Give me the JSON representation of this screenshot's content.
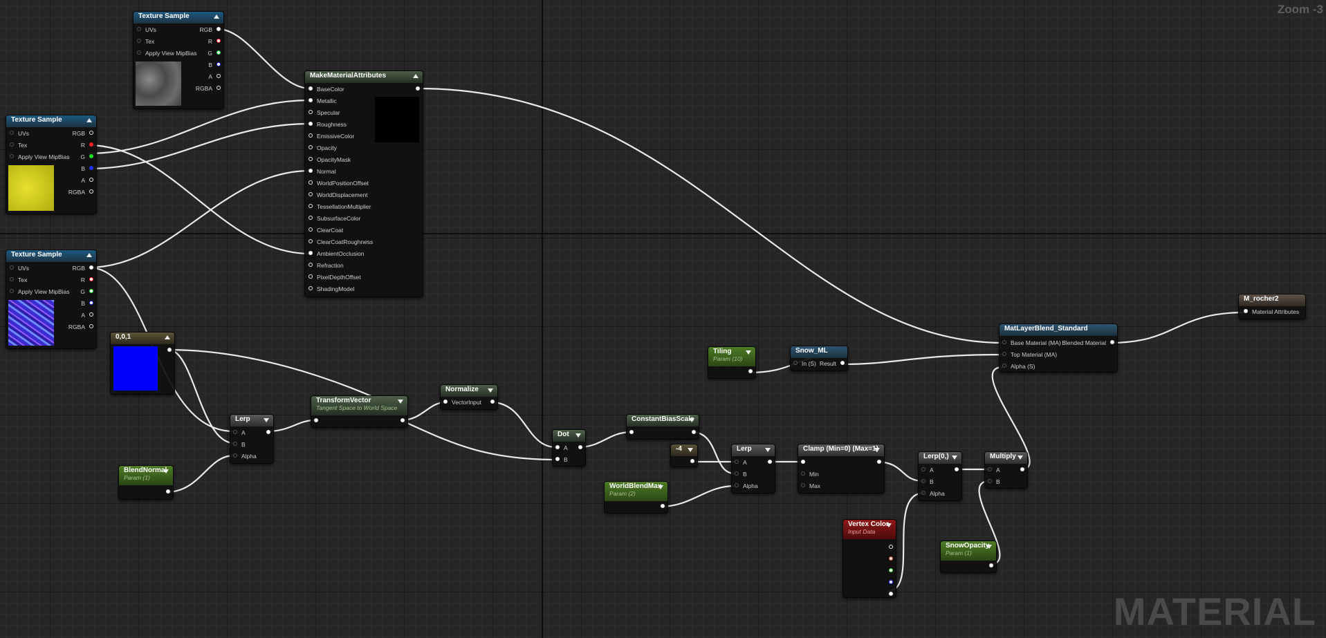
{
  "zoom_label": "Zoom -3",
  "watermark": "MATERIAL",
  "colors": {
    "texture_header": "#1d5b82",
    "function_header": "#4e6049",
    "param_header": "#4c7a23",
    "vertex_color_header": "#8f1818",
    "wire": "#eaeaea",
    "pin_red": "#ff2020",
    "pin_green": "#20e020",
    "pin_blue": "#2030ff"
  },
  "nodes": {
    "tex1": {
      "title": "Texture Sample",
      "inputs": [
        "UVs",
        "Tex",
        "Apply View MipBias"
      ],
      "outputs": [
        "RGB",
        "R",
        "G",
        "B",
        "A",
        "RGBA"
      ]
    },
    "tex2": {
      "title": "Texture Sample",
      "inputs": [
        "UVs",
        "Tex",
        "Apply View MipBias"
      ],
      "outputs": [
        "RGB",
        "R",
        "G",
        "B",
        "A",
        "RGBA"
      ]
    },
    "tex3": {
      "title": "Texture Sample",
      "inputs": [
        "UVs",
        "Tex",
        "Apply View MipBias"
      ],
      "outputs": [
        "RGB",
        "R",
        "G",
        "B",
        "A",
        "RGBA"
      ]
    },
    "mma": {
      "title": "MakeMaterialAttributes",
      "inputs": [
        "BaseColor",
        "Metallic",
        "Specular",
        "Roughness",
        "EmissiveColor",
        "Opacity",
        "OpacityMask",
        "Normal",
        "WorldPositionOffset",
        "WorldDisplacement",
        "TessellationMultiplier",
        "SubsurfaceColor",
        "ClearCoat",
        "ClearCoatRoughness",
        "AmbientOcclusion",
        "Refraction",
        "PixelDepthOffset",
        "ShadingModel"
      ]
    },
    "const3": {
      "title": "0,0,1"
    },
    "lerp1": {
      "title": "Lerp",
      "inputs": [
        "A",
        "B",
        "Alpha"
      ]
    },
    "blendnormal": {
      "title": "BlendNormal",
      "subtitle": "Param (1)"
    },
    "transform": {
      "title": "TransformVector",
      "subtitle": "Tangent Space to World Space"
    },
    "normalize": {
      "title": "Normalize",
      "inputs": [
        "VectorInput"
      ]
    },
    "dot": {
      "title": "Dot",
      "inputs": [
        "A",
        "B"
      ]
    },
    "cbs": {
      "title": "ConstantBiasScale"
    },
    "neg4": {
      "title": "-4"
    },
    "worldblendmax": {
      "title": "WorldBlendMax",
      "subtitle": "Param (2)"
    },
    "lerp2": {
      "title": "Lerp",
      "inputs": [
        "A",
        "B",
        "Alpha"
      ]
    },
    "clamp": {
      "title": "Clamp (Min=0) (Max=1)",
      "inputs": [
        "",
        "Min",
        "Max"
      ]
    },
    "lerp3": {
      "title": "Lerp(0,)",
      "inputs": [
        "A",
        "B",
        "Alpha"
      ]
    },
    "multiply": {
      "title": "Multiply",
      "inputs": [
        "A",
        "B"
      ]
    },
    "tiling": {
      "title": "Tiling",
      "subtitle": "Param (10)"
    },
    "snowml": {
      "title": "Snow_ML",
      "inputs": [
        "In (S)"
      ],
      "outputs": [
        "Result"
      ]
    },
    "vertexcolor": {
      "title": "Vertex Color",
      "subtitle": "Input Data"
    },
    "snowopacity": {
      "title": "SnowOpacity",
      "subtitle": "Param (1)"
    },
    "matlayer": {
      "title": "MatLayerBlend_Standard",
      "inputs": [
        "Base Material (MA)",
        "Top Material (MA)",
        "Alpha (S)"
      ],
      "outputs": [
        "Blended Material"
      ]
    },
    "result": {
      "title": "M_rocher2",
      "inputs": [
        "Material Attributes"
      ]
    }
  }
}
